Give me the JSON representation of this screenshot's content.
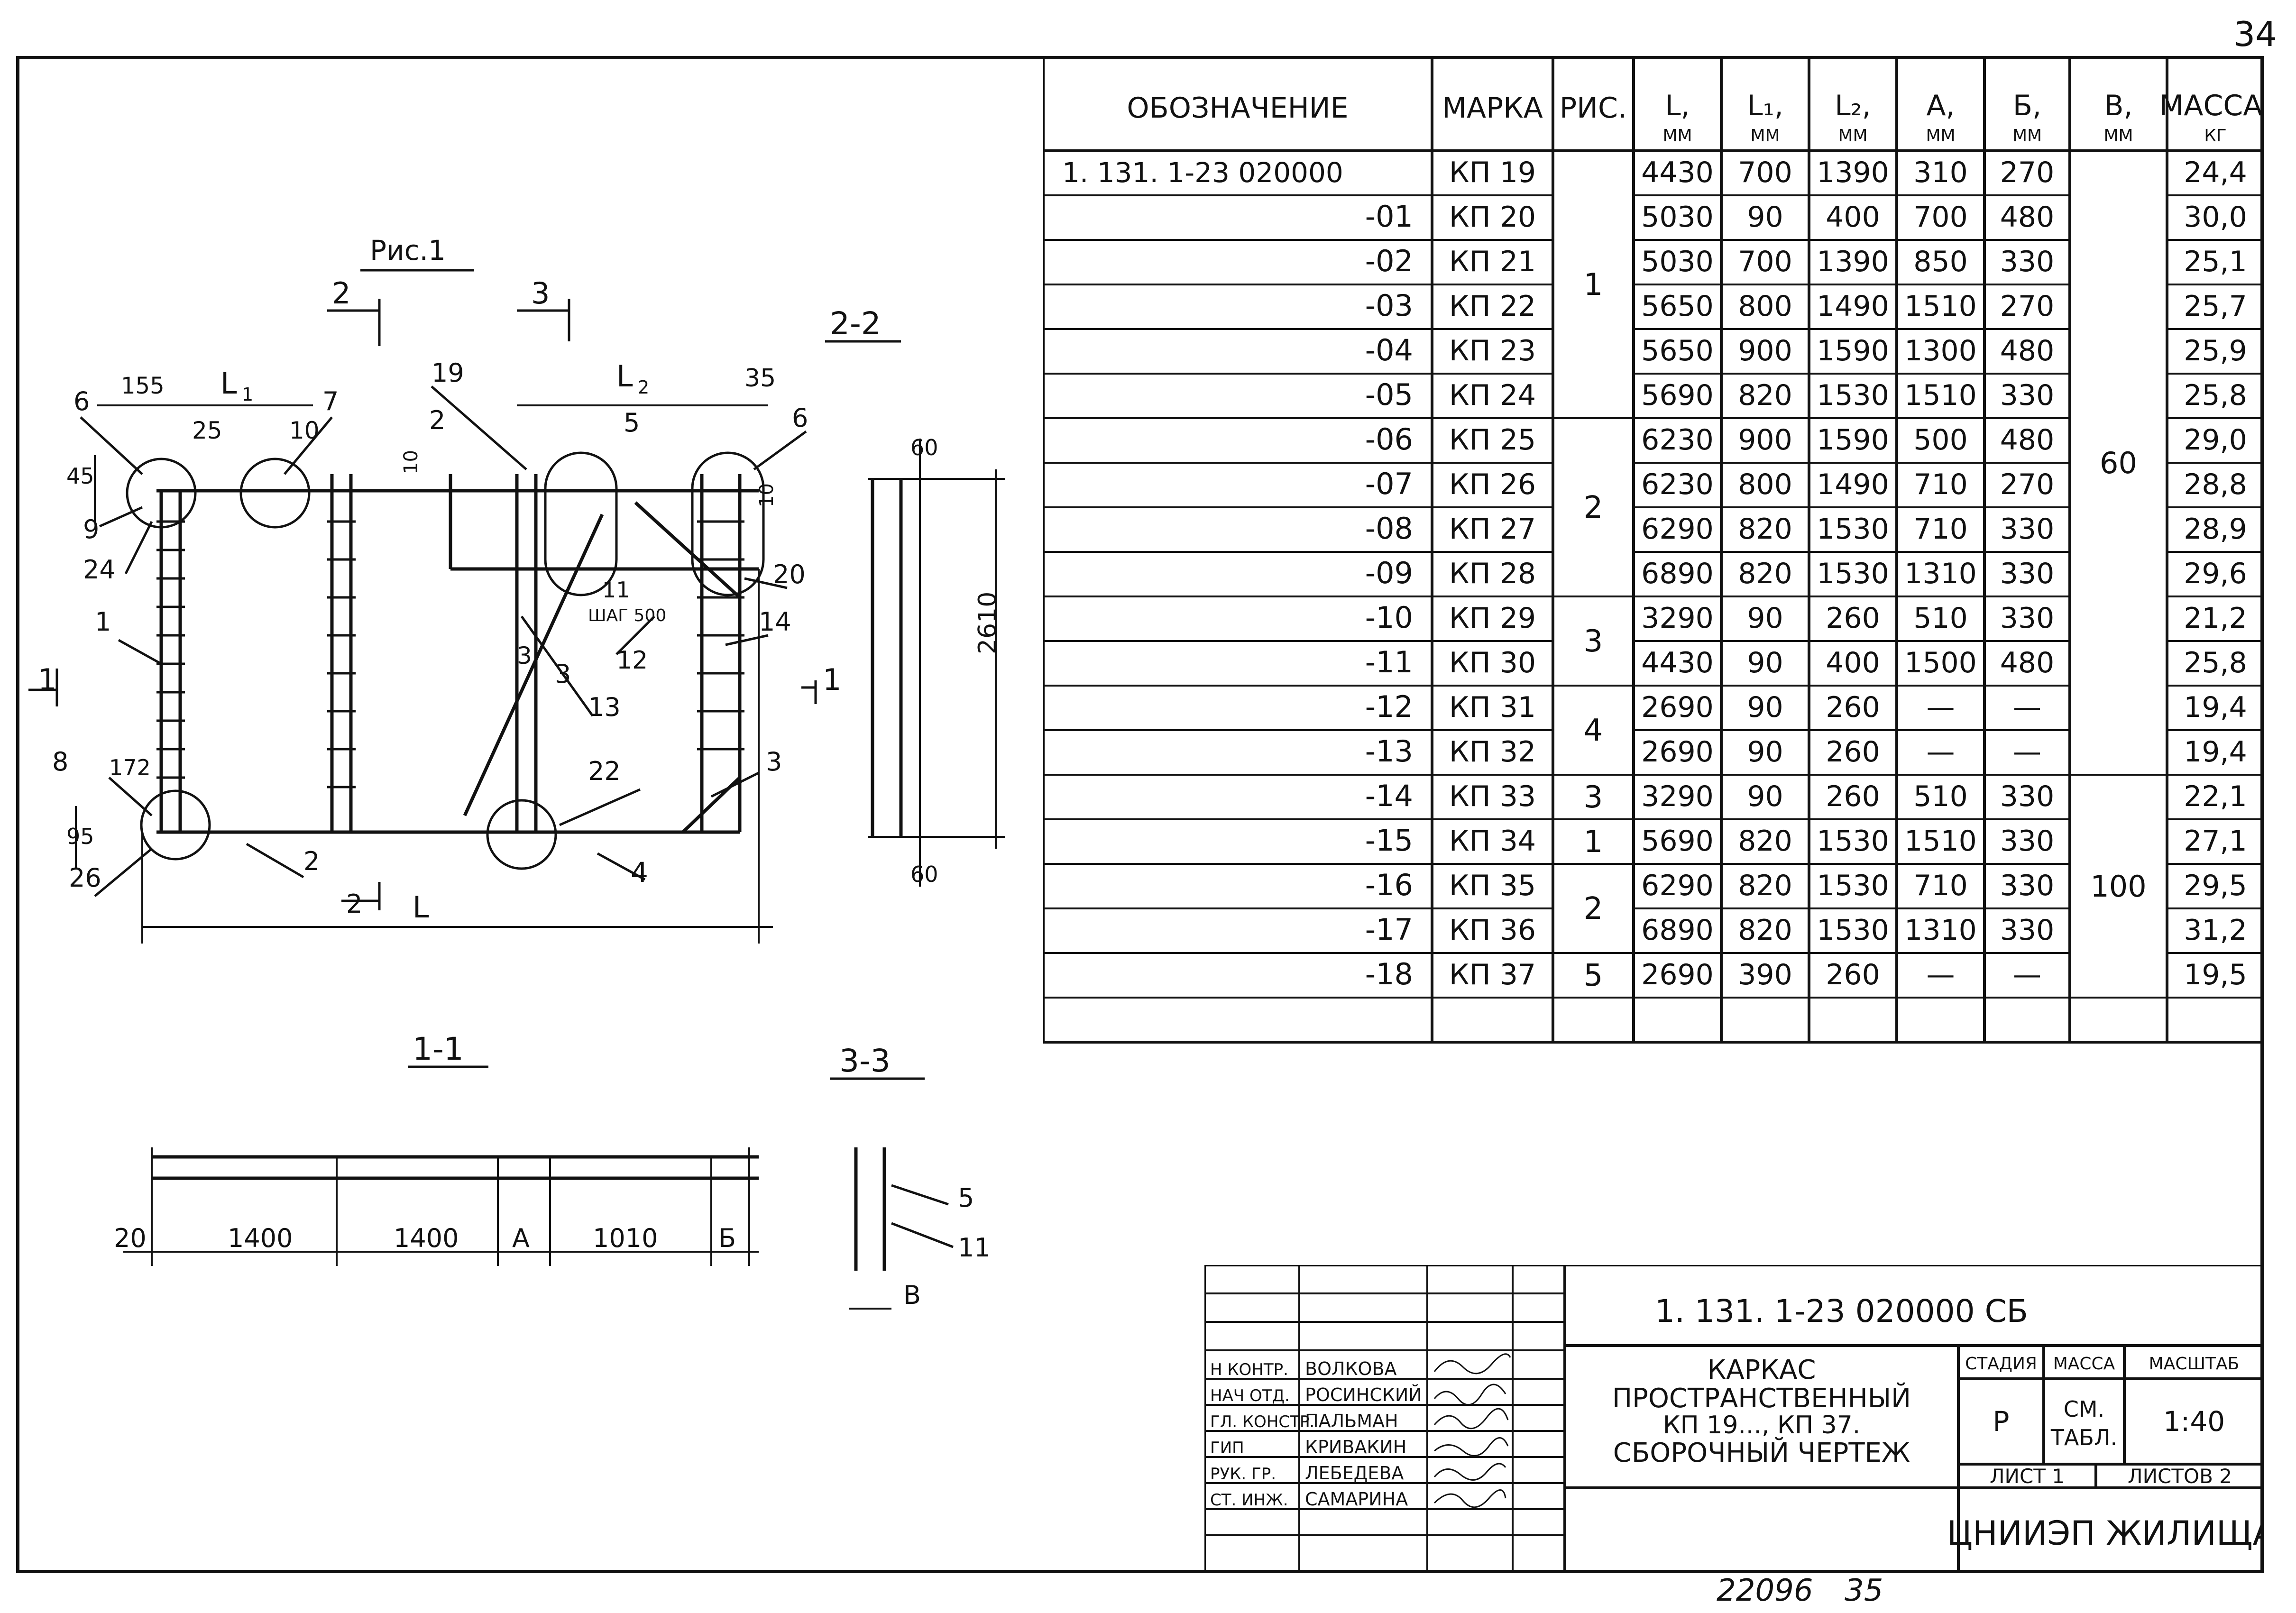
{
  "page_number": "34",
  "bottom_numbers": [
    "22096",
    "35"
  ],
  "drawing": {
    "figure_title": "Рис.1",
    "section_labels": [
      "2-2",
      "1-1",
      "3-3"
    ],
    "cut_markers": [
      "2",
      "3",
      "1",
      "1",
      "3",
      "2"
    ],
    "dimension_labels": [
      "155",
      "L",
      "1",
      "L",
      "2",
      "35",
      "45",
      "172",
      "95",
      "25",
      "60",
      "2610",
      "60",
      "L"
    ],
    "callouts": [
      "6",
      "7",
      "10",
      "2",
      "19",
      "5",
      "6",
      "9",
      "24",
      "1",
      "11",
      "ШАГ 500",
      "12",
      "14",
      "20",
      "13",
      "3",
      "8",
      "22",
      "3",
      "4",
      "26",
      "2",
      "10",
      "10"
    ],
    "section_11_dims": [
      "20",
      "1400",
      "1400",
      "А",
      "1010",
      "Б"
    ],
    "section_33_labels": [
      "5",
      "11",
      "В"
    ]
  },
  "table": {
    "headers": [
      {
        "main": "ОБОЗНАЧЕНИЕ",
        "sub": ""
      },
      {
        "main": "МАРКА",
        "sub": ""
      },
      {
        "main": "РИС.",
        "sub": ""
      },
      {
        "main": "L,",
        "sub": "ММ"
      },
      {
        "main": "L₁,",
        "sub": "ММ"
      },
      {
        "main": "L₂,",
        "sub": "ММ"
      },
      {
        "main": "А,",
        "sub": "ММ"
      },
      {
        "main": "Б,",
        "sub": "ММ"
      },
      {
        "main": "В,",
        "sub": "ММ"
      },
      {
        "main": "МАССА,",
        "sub": "КГ"
      }
    ],
    "rows": [
      [
        "1. 131. 1-23 020000",
        "КП 19",
        "4430",
        "700",
        "1390",
        "310",
        "270",
        "24,4"
      ],
      [
        "-01",
        "КП 20",
        "5030",
        "90",
        "400",
        "700",
        "480",
        "30,0"
      ],
      [
        "-02",
        "КП 21",
        "5030",
        "700",
        "1390",
        "850",
        "330",
        "25,1"
      ],
      [
        "-03",
        "КП 22",
        "5650",
        "800",
        "1490",
        "1510",
        "270",
        "25,7"
      ],
      [
        "-04",
        "КП 23",
        "5650",
        "900",
        "1590",
        "1300",
        "480",
        "25,9"
      ],
      [
        "-05",
        "КП 24",
        "5690",
        "820",
        "1530",
        "1510",
        "330",
        "25,8"
      ],
      [
        "-06",
        "КП 25",
        "6230",
        "900",
        "1590",
        "500",
        "480",
        "29,0"
      ],
      [
        "-07",
        "КП 26",
        "6230",
        "800",
        "1490",
        "710",
        "270",
        "28,8"
      ],
      [
        "-08",
        "КП 27",
        "6290",
        "820",
        "1530",
        "710",
        "330",
        "28,9"
      ],
      [
        "-09",
        "КП 28",
        "6890",
        "820",
        "1530",
        "1310",
        "330",
        "29,6"
      ],
      [
        "-10",
        "КП 29",
        "3290",
        "90",
        "260",
        "510",
        "330",
        "21,2"
      ],
      [
        "-11",
        "КП 30",
        "4430",
        "90",
        "400",
        "1500",
        "480",
        "25,8"
      ],
      [
        "-12",
        "КП 31",
        "2690",
        "90",
        "260",
        "—",
        "—",
        "19,4"
      ],
      [
        "-13",
        "КП 32",
        "2690",
        "90",
        "260",
        "—",
        "—",
        "19,4"
      ],
      [
        "-14",
        "КП 33",
        "3290",
        "90",
        "260",
        "510",
        "330",
        "22,1"
      ],
      [
        "-15",
        "КП 34",
        "5690",
        "820",
        "1530",
        "1510",
        "330",
        "27,1"
      ],
      [
        "-16",
        "КП 35",
        "6290",
        "820",
        "1530",
        "710",
        "330",
        "29,5"
      ],
      [
        "-17",
        "КП 36",
        "6890",
        "820",
        "1530",
        "1310",
        "330",
        "31,2"
      ],
      [
        "-18",
        "КП 37",
        "2690",
        "390",
        "260",
        "—",
        "—",
        "19,5"
      ]
    ],
    "fig_groups": [
      {
        "label": "1",
        "start": 0,
        "count": 6
      },
      {
        "label": "2",
        "start": 6,
        "count": 4
      },
      {
        "label": "3",
        "start": 10,
        "count": 2
      },
      {
        "label": "4",
        "start": 12,
        "count": 2
      },
      {
        "label": "3",
        "start": 14,
        "count": 1
      },
      {
        "label": "1",
        "start": 15,
        "count": 1
      },
      {
        "label": "2",
        "start": 16,
        "count": 2
      },
      {
        "label": "5",
        "start": 18,
        "count": 1
      }
    ],
    "v_groups": [
      {
        "label": "60",
        "start": 0,
        "count": 14
      },
      {
        "label": "100",
        "start": 14,
        "count": 5
      }
    ]
  },
  "title_block": {
    "code": "1. 131. 1-23   020000 СБ",
    "title_lines": [
      "КАРКАС",
      "ПРОСТРАНСТВЕННЫЙ",
      "КП 19..., КП 37.",
      "СБОРОЧНЫЙ ЧЕРТЕЖ"
    ],
    "stage_header": "СТАДИЯ",
    "mass_header": "МАССА",
    "scale_header": "МАСШТАБ",
    "stage": "Р",
    "mass_value": [
      "СМ.",
      "ТАБЛ."
    ],
    "scale": "1:40",
    "sheet": "ЛИСТ 1",
    "sheets": "ЛИСТОВ 2",
    "org": "ЦНИИЭП ЖИЛИЩА",
    "staff": [
      {
        "role": "Н КОНТР.",
        "name": "ВОЛКОВА"
      },
      {
        "role": "НАЧ ОТД.",
        "name": "РОСИНСКИЙ"
      },
      {
        "role": "ГЛ. КОНСТР.",
        "name": "ПАЛЬМАН"
      },
      {
        "role": "ГИП",
        "name": "КРИВАКИН"
      },
      {
        "role": "РУК. ГР.",
        "name": "ЛЕБЕДЕВА"
      },
      {
        "role": "СТ. ИНЖ.",
        "name": "САМАРИНА"
      }
    ]
  }
}
